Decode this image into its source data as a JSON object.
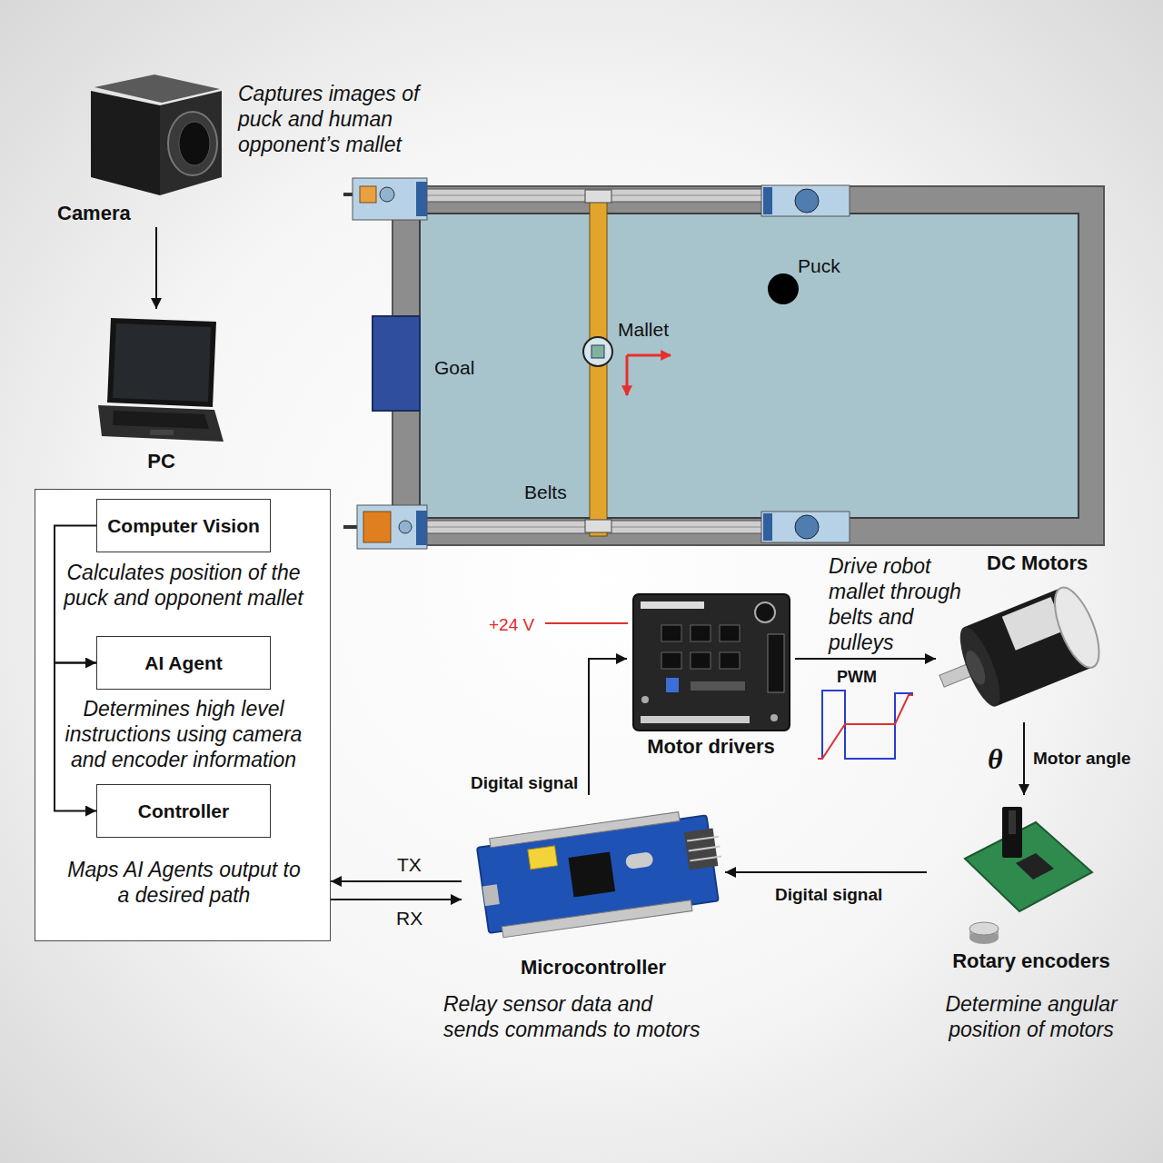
{
  "diagram": {
    "nodes": [
      {
        "text": [
          "Camera",
          "Captures images of puck and human opponent’s mallet"
        ]
      },
      {
        "text": [
          "PC"
        ]
      },
      {
        "text": [
          "Calculates position of the puck and opponent mallet",
          "Determines high level instructions using camera and encoder information",
          "Maps AI Agents output to a desired path"
        ]
      },
      {
        "text": [
          "Computer Vision"
        ],
        "in": 2
      },
      {
        "text": [
          "AI Agent"
        ],
        "in": 2
      },
      {
        "text": [
          "Controller"
        ],
        "in": 2
      },
      {
        "text": [
          "Motor drivers"
        ]
      },
      {
        "text": [
          "DC Motors"
        ]
      },
      {
        "text": [
          "Microcontroller",
          "Relay sensor data and sends commands to motors"
        ]
      },
      {
        "text": [
          "Rotary encoders",
          "Determine angular position of motors"
        ]
      }
    ],
    "edges": [
      {
        "from": 0,
        "to": 1,
        "arrow": "to"
      },
      {
        "from": 3,
        "to": 4,
        "arrow": "to"
      },
      {
        "from": 4,
        "to": 5,
        "arrow": "to"
      },
      {
        "from": 8,
        "to": 2,
        "label": "TX",
        "arrow": "to"
      },
      {
        "from": 2,
        "to": 8,
        "label": "RX",
        "arrow": "to"
      },
      {
        "from": 8,
        "to": 6,
        "label": "Digital signal",
        "arrow": "to"
      },
      {
        "from": 6,
        "to": 7,
        "label": "Drive robot mallet through belts and pulleys",
        "arrow": "to"
      },
      {
        "from": 7,
        "to": 9,
        "label": "Motor angle",
        "arrow": "to"
      },
      {
        "from": 9,
        "to": 8,
        "label": "Digital signal",
        "arrow": "to"
      }
    ],
    "labels": [
      "Puck",
      "Mallet",
      "Goal",
      "Belts",
      "+24 V",
      "PWM",
      "θ"
    ]
  }
}
